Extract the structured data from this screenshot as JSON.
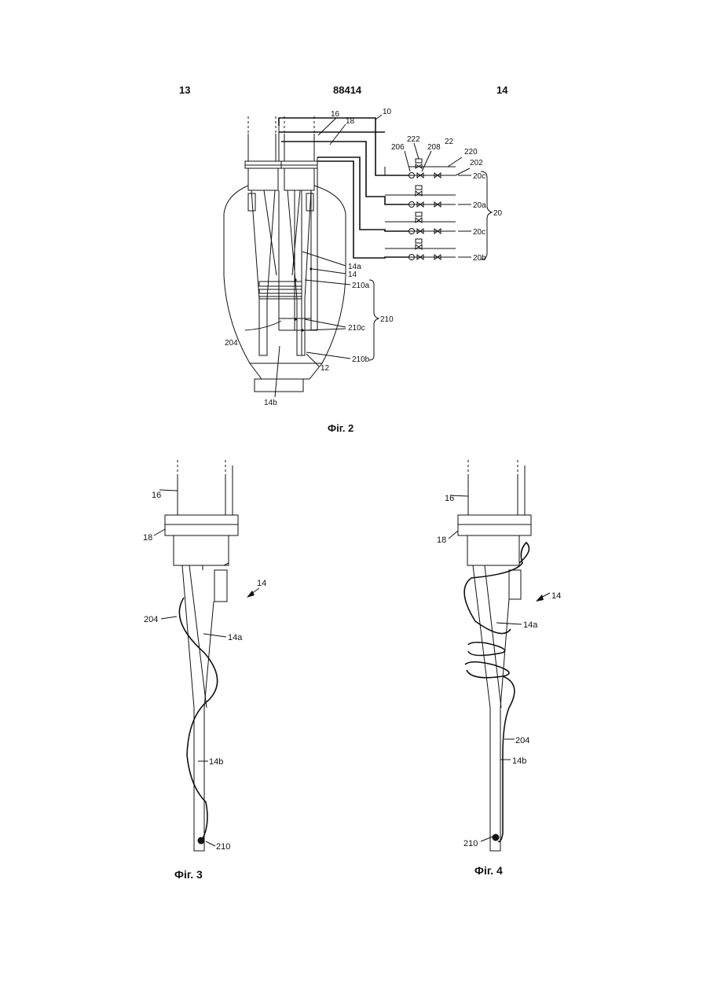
{
  "header": {
    "page_left": "13",
    "patent_number": "88414",
    "page_right": "14"
  },
  "figure2": {
    "caption": "Фіг. 2",
    "labels": {
      "l10": "10",
      "l16": "16",
      "l18": "18",
      "l22": "22",
      "l222": "222",
      "l206": "206",
      "l208": "208",
      "l220": "220",
      "l202": "202",
      "l20c_top": "20c",
      "l20a": "20a",
      "l20c_mid": "20c",
      "l20b": "20b",
      "l20": "20",
      "l14a": "14a",
      "l14": "14",
      "l210a": "210a",
      "l210": "210",
      "l210c": "210c",
      "l204": "204",
      "l210b": "210b",
      "l12": "12",
      "l14b": "14b"
    }
  },
  "figure3": {
    "caption": "Фіг. 3",
    "labels": {
      "l16": "16",
      "l18": "18",
      "l14": "14",
      "l204": "204",
      "l14a": "14a",
      "l14b": "14b",
      "l210": "210"
    }
  },
  "figure4": {
    "caption": "Фіг. 4",
    "labels": {
      "l16": "16",
      "l18": "18",
      "l14": "14",
      "l14a": "14a",
      "l204": "204",
      "l14b": "14b",
      "l210": "210"
    }
  }
}
